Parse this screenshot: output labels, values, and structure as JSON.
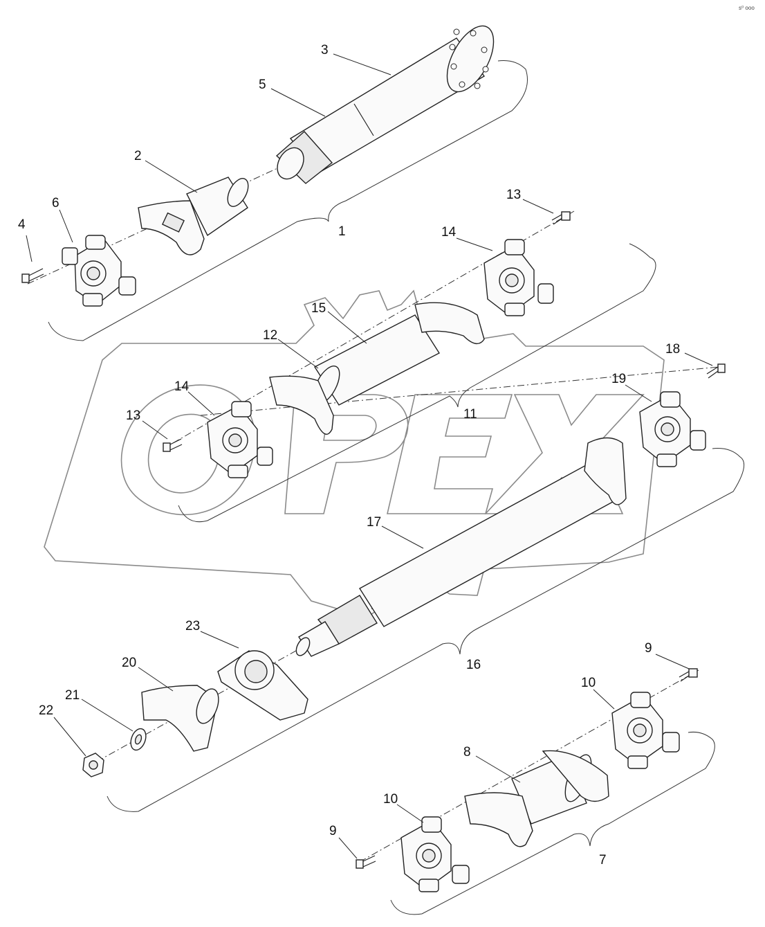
{
  "watermark": {
    "text": "OPEX"
  },
  "corner_ref": "s⁰ ooo",
  "callouts": [
    {
      "id": "c1",
      "text": "1"
    },
    {
      "id": "c2",
      "text": "2"
    },
    {
      "id": "c3",
      "text": "3"
    },
    {
      "id": "c4",
      "text": "4"
    },
    {
      "id": "c5",
      "text": "5"
    },
    {
      "id": "c6",
      "text": "6"
    },
    {
      "id": "c7",
      "text": "7"
    },
    {
      "id": "c8",
      "text": "8"
    },
    {
      "id": "c9a",
      "text": "9"
    },
    {
      "id": "c9b",
      "text": "9"
    },
    {
      "id": "c10a",
      "text": "10"
    },
    {
      "id": "c10b",
      "text": "10"
    },
    {
      "id": "c11",
      "text": "11"
    },
    {
      "id": "c12",
      "text": "12"
    },
    {
      "id": "c13a",
      "text": "13"
    },
    {
      "id": "c13b",
      "text": "13"
    },
    {
      "id": "c14a",
      "text": "14"
    },
    {
      "id": "c14b",
      "text": "14"
    },
    {
      "id": "c15",
      "text": "15"
    },
    {
      "id": "c16",
      "text": "16"
    },
    {
      "id": "c17",
      "text": "17"
    },
    {
      "id": "c18",
      "text": "18"
    },
    {
      "id": "c19",
      "text": "19"
    },
    {
      "id": "c20",
      "text": "20"
    },
    {
      "id": "c21",
      "text": "21"
    },
    {
      "id": "c22",
      "text": "22"
    },
    {
      "id": "c23",
      "text": "23"
    }
  ]
}
